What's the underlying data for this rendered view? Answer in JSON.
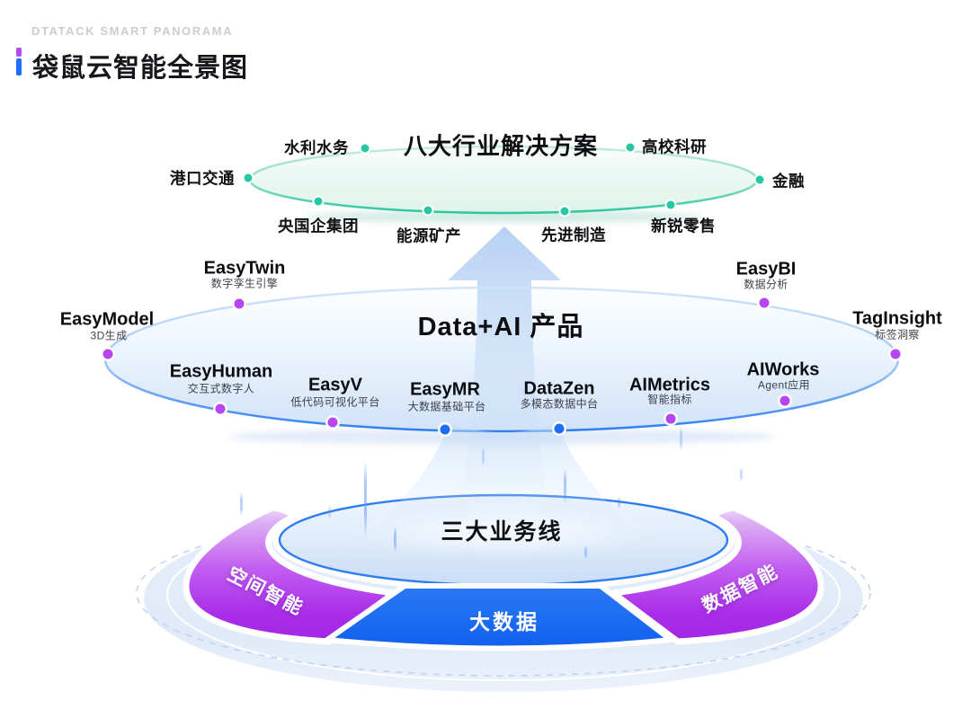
{
  "header": {
    "eyebrow": "DTATACK SMART PANORAMA",
    "title": "袋鼠云智能全景图"
  },
  "industry_ring": {
    "title": "八大行业解决方案",
    "items": [
      {
        "id": "shuili",
        "label": "水利水务"
      },
      {
        "id": "gaoxiao",
        "label": "高校科研"
      },
      {
        "id": "gangkou",
        "label": "港口交通"
      },
      {
        "id": "jinrong",
        "label": "金融"
      },
      {
        "id": "yangguoqi",
        "label": "央国企集团"
      },
      {
        "id": "nengyuan",
        "label": "能源矿产"
      },
      {
        "id": "xianjin",
        "label": "先进制造"
      },
      {
        "id": "xinrui",
        "label": "新锐零售"
      }
    ]
  },
  "product_ring": {
    "title": "Data+AI 产品",
    "items": [
      {
        "id": "easytwin",
        "name": "EasyTwin",
        "desc": "数字孪生引擎",
        "dot": "purple"
      },
      {
        "id": "easybi",
        "name": "EasyBI",
        "desc": "数据分析",
        "dot": "purple"
      },
      {
        "id": "easymodel",
        "name": "EasyModel",
        "desc": "3D生成",
        "dot": "purple"
      },
      {
        "id": "taginsight",
        "name": "TagInsight",
        "desc": "标签洞察",
        "dot": "purple"
      },
      {
        "id": "easyhuman",
        "name": "EasyHuman",
        "desc": "交互式数字人",
        "dot": "purple"
      },
      {
        "id": "easyv",
        "name": "EasyV",
        "desc": "低代码可视化平台",
        "dot": "purple"
      },
      {
        "id": "easymr",
        "name": "EasyMR",
        "desc": "大数据基础平台",
        "dot": "blue"
      },
      {
        "id": "datazen",
        "name": "DataZen",
        "desc": "多模态数据中台",
        "dot": "blue"
      },
      {
        "id": "aimetrics",
        "name": "AIMetrics",
        "desc": "智能指标",
        "dot": "purple"
      },
      {
        "id": "aiworks",
        "name": "AIWorks",
        "desc": "Agent应用",
        "dot": "purple"
      }
    ]
  },
  "business_ring": {
    "title": "三大业务线",
    "segments": [
      {
        "id": "spatial",
        "label": "空间智能"
      },
      {
        "id": "dataintel",
        "label": "数据智能"
      },
      {
        "id": "bigdata",
        "label": "大数据"
      }
    ]
  },
  "palette": {
    "accent_blue": "#1f6ffa",
    "accent_purple": "#b44af0",
    "teal_dot": "#28c7a4",
    "purple_dot": "#b546f2",
    "blue_dot": "#1e6ff8",
    "segment_purple": "#a226e4",
    "segment_blue": "#1467f0",
    "top_ring_stroke": "#2bc7a2",
    "mid_ring_stroke": "#2e7cf2"
  }
}
